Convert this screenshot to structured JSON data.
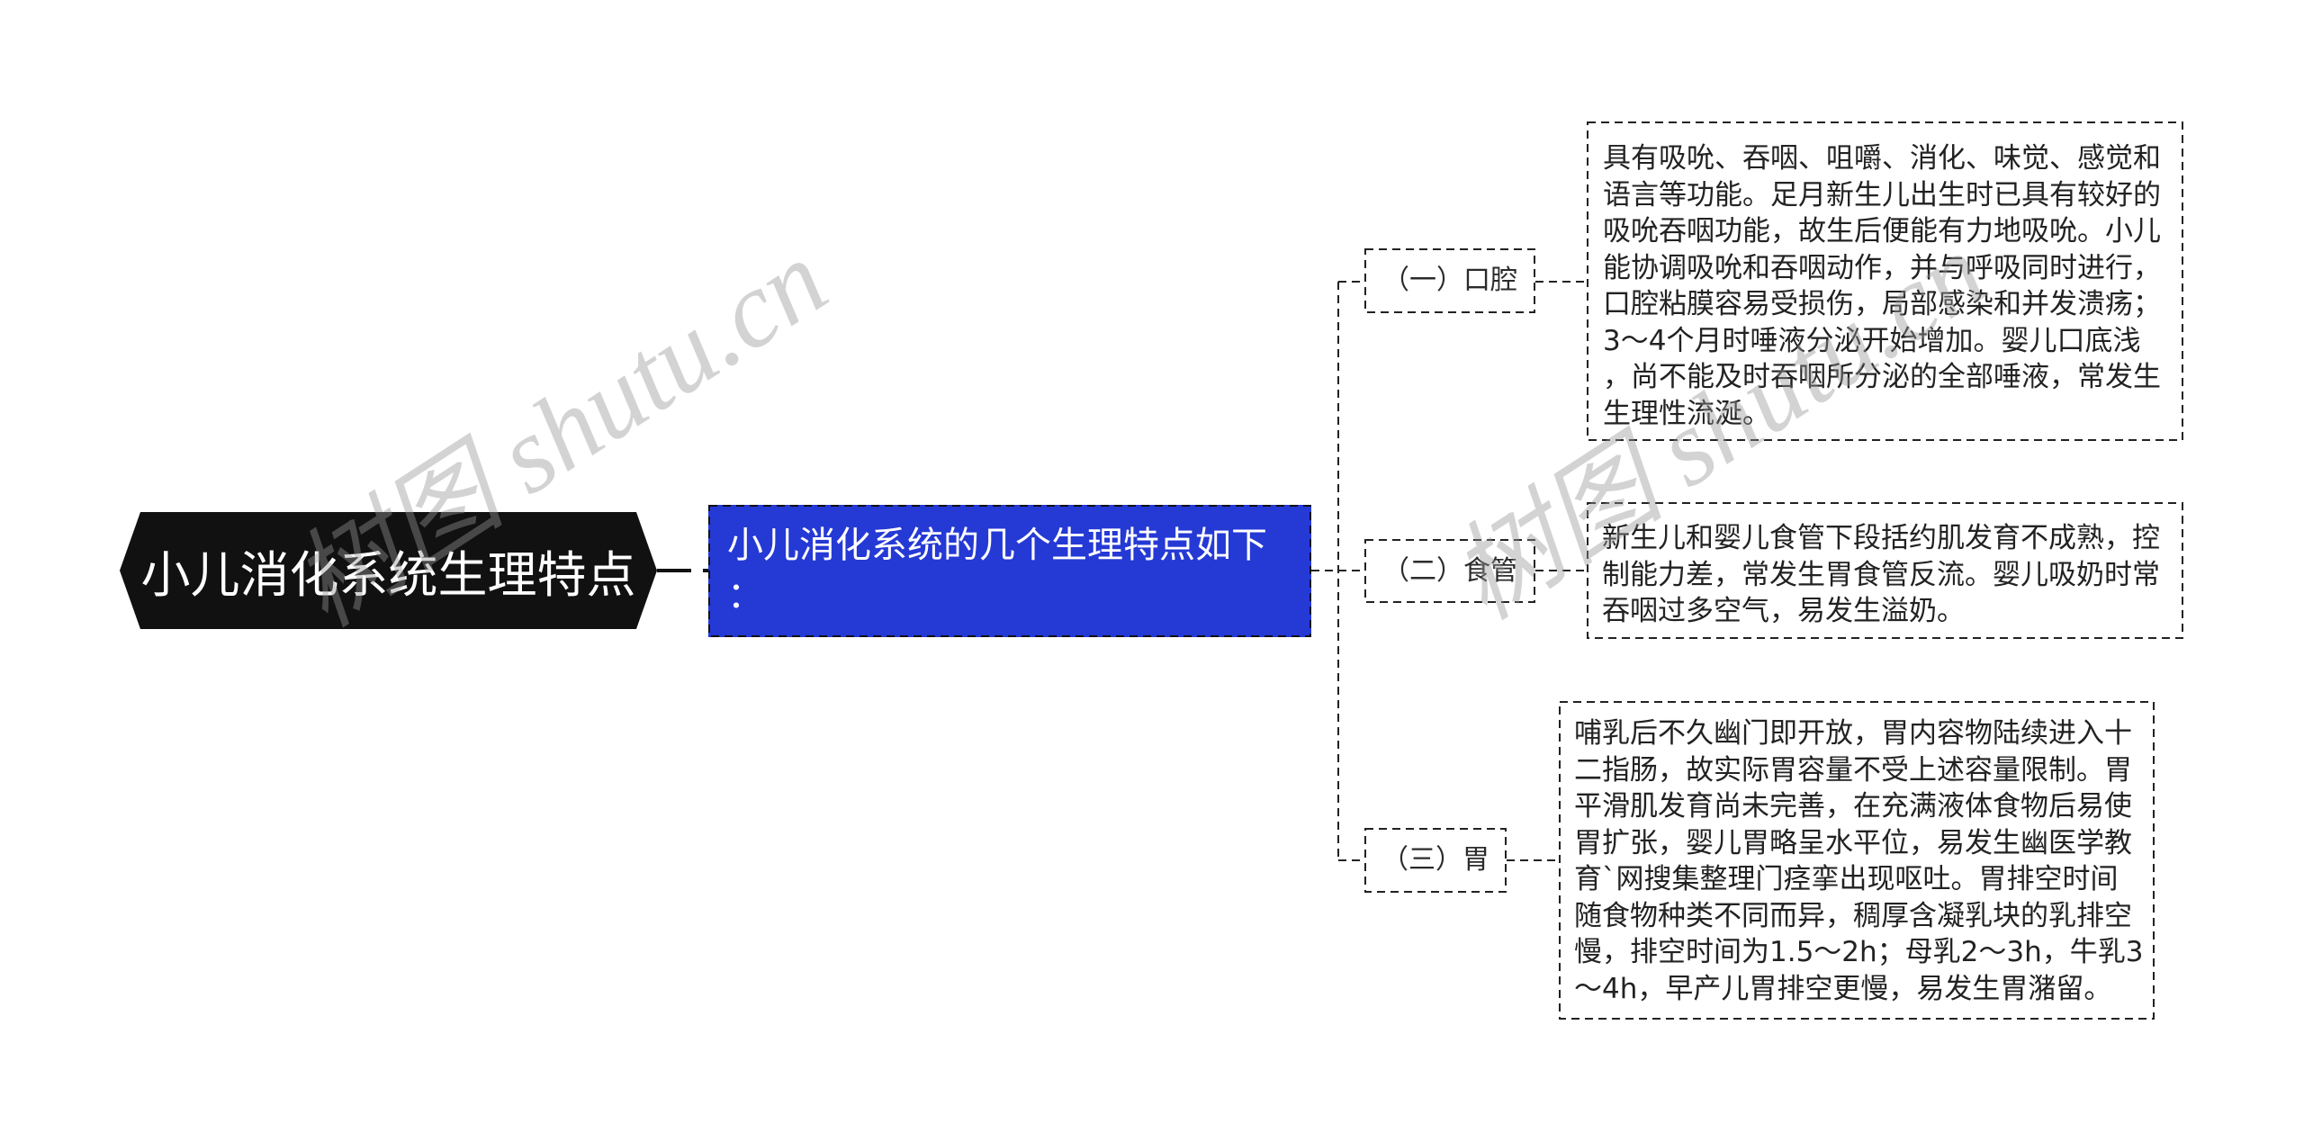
{
  "watermark": {
    "text": "树图 shutu.cn"
  },
  "mindmap": {
    "root": {
      "label": "小儿消化系统生理特点"
    },
    "summary": {
      "lines": [
        "小儿消化系统的几个生理特点如下",
        "："
      ]
    },
    "branches": [
      {
        "label": "（一）口腔",
        "detail_lines": [
          "具有吸吮、吞咽、咀嚼、消化、味觉、感觉和",
          "语言等功能。足月新生儿出生时已具有较好的",
          "吸吮吞咽功能，故生后便能有力地吸吮。小儿",
          "能协调吸吮和吞咽动作，并与呼吸同时进行，",
          "口腔粘膜容易受损伤，局部感染和并发溃疡；",
          "3～4个月时唾液分泌开始增加。婴儿口底浅",
          "，尚不能及时吞咽所分泌的全部唾液，常发生",
          "生理性流涎。"
        ]
      },
      {
        "label": "（二）食管",
        "detail_lines": [
          "新生儿和婴儿食管下段括约肌发育不成熟，控",
          "制能力差，常发生胃食管反流。婴儿吸奶时常",
          "吞咽过多空气，易发生溢奶。"
        ]
      },
      {
        "label": "（三）胃",
        "detail_lines": [
          "哺乳后不久幽门即开放，胃内容物陆续进入十",
          "二指肠，故实际胃容量不受上述容量限制。胃",
          "平滑肌发育尚未完善，在充满液体食物后易使",
          "胃扩张，婴儿胃略呈水平位，易发生幽医学教",
          "育`网搜集整理门痉挛出现呕吐。胃排空时间",
          "随食物种类不同而异，稠厚含凝乳块的乳排空",
          "慢，排空时间为1.5～2h；母乳2～3h，牛乳3",
          "～4h，早产儿胃排空更慢，易发生胃潴留。"
        ]
      }
    ]
  },
  "colors": {
    "root_bg": "#111111",
    "summary_bg": "#2539d5",
    "text_on_dark": "#ffffff",
    "connector": "#222222",
    "detail_text": "#222222"
  }
}
